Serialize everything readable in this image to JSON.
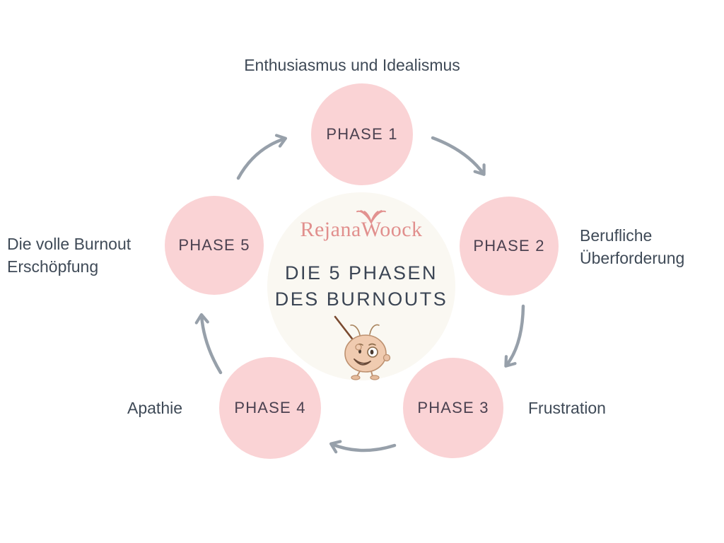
{
  "diagram": {
    "title": "DIE 5 PHASEN\nDES BURNOUTS",
    "brand": {
      "part1": "Rejana",
      "part2": "Woock",
      "color": "#e18f8d"
    },
    "phases": [
      {
        "name": "PHASE 1",
        "label": "Enthusiasmus und Idealismus"
      },
      {
        "name": "PHASE 2",
        "label": "Berufliche\nÜberforderung"
      },
      {
        "name": "PHASE 3",
        "label": "Frustration"
      },
      {
        "name": "PHASE 4",
        "label": "Apathie"
      },
      {
        "name": "PHASE 5",
        "label": "Die volle Burnout\nErschöpfung"
      }
    ],
    "flow": [
      "PHASE 1 → PHASE 2",
      "PHASE 2 → PHASE 3",
      "PHASE 3 → PHASE 4",
      "PHASE 4 → PHASE 5",
      "PHASE 5 → PHASE 1"
    ],
    "colors": {
      "phase_circle": "#fad3d5",
      "center_circle": "#faf8f2",
      "phase_text": "#4b4150",
      "label_text": "#3f4a57",
      "title_text": "#3b4554",
      "arrow": "#97a0aa"
    },
    "icons": {
      "wing_w": "wing-w-icon",
      "mascot": "mascot-character-icon"
    }
  }
}
